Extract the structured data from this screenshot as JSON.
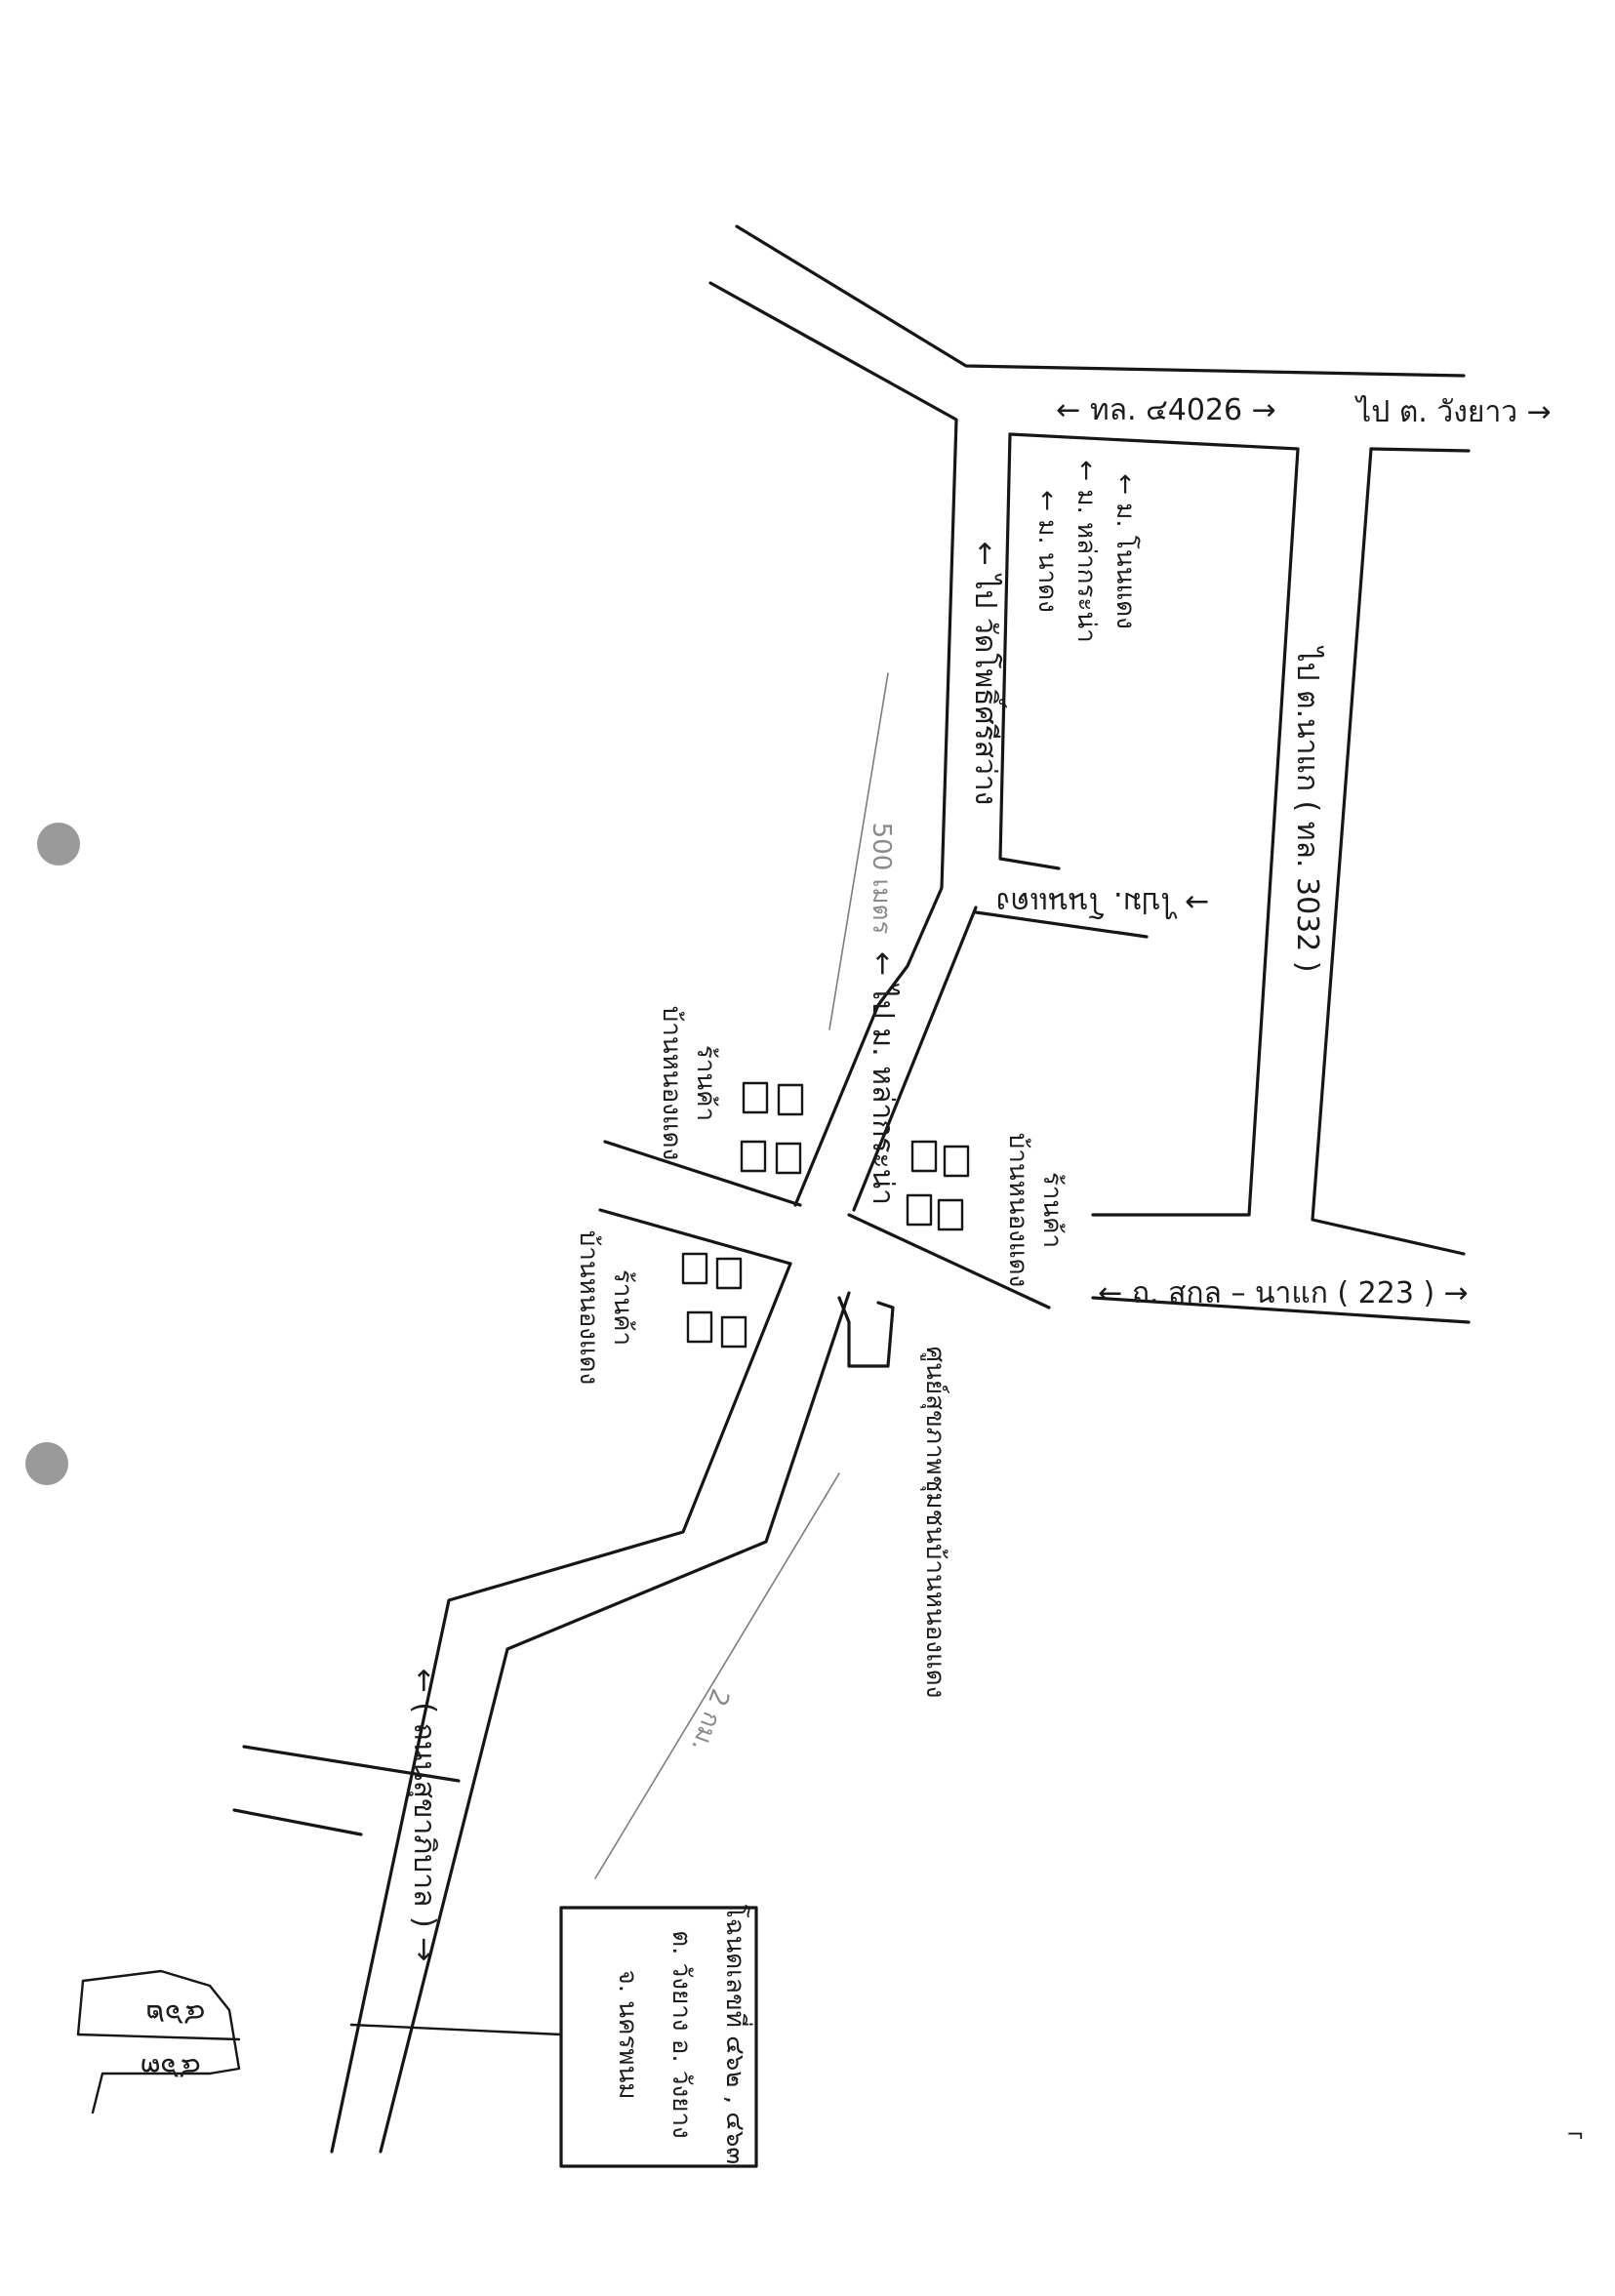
{
  "roads": {
    "route_4026": "← ทล. ๔4026 →",
    "to_wang_yao": "ไป ต. วังยาว →",
    "to_na_kae": "ไป ต.นาแก ( ทล. 3032 )",
    "sakon_nakae": "← ถ. สกล – นาแก ( 223 ) →",
    "to_wat_pho_si": "← ไป วัดโพธิ์ศรีสว่าง",
    "to_non_daeng": "→ ไปม. โนนแดง",
    "to_lao_tham": "← ไป ม. หล่ากระน่า",
    "local_road": "← ( ถนนสุขาภิบาล ) →"
  },
  "villages": {
    "na_dong": "← ม. นาดง",
    "lao_kra_na": "← ม. หล่ากระน่า",
    "non_daeng": "← ม. โนนแดง"
  },
  "landmarks": {
    "shops_left_upper": [
      "ร้านค้า",
      "บ้านหนองแดง"
    ],
    "shops_right": [
      "ร้านค้า",
      "บ้านหนองแดง"
    ],
    "shops_left_lower": [
      "ร้านค้า",
      "บ้านหนองแดง"
    ],
    "clinic": "ศูนย์สุขภาพชุมชนบ้านหนองแดง"
  },
  "distances": {
    "d500": "500 เมตร",
    "d2km": "2 กม."
  },
  "plots": {
    "plot_a": "๔๖๒",
    "plot_b": "๔๖๓"
  },
  "site_box": {
    "line1": "โฉนดเลขที่ ๔๖๒ , ๔๖๓",
    "line2": "ต. วังยาง อ. วังยาง",
    "line3": "จ. นครพนม"
  }
}
